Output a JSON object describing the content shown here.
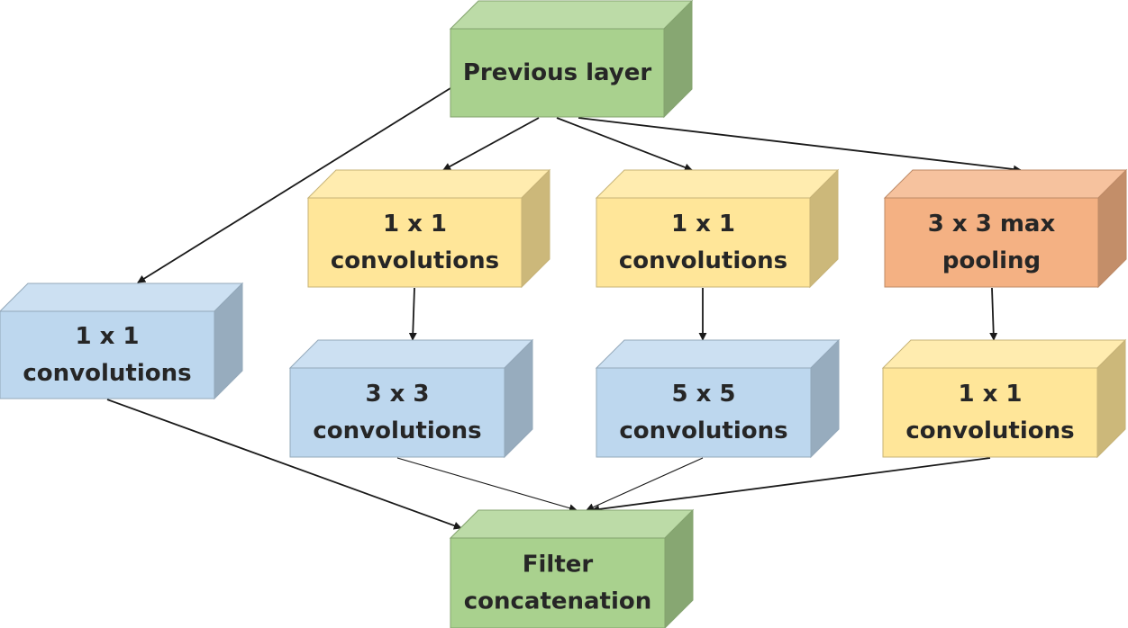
{
  "diagram": {
    "colors": {
      "green": "#a9d18e",
      "yellow": "#ffe699",
      "blue": "#bdd7ee",
      "orange": "#f4b183"
    },
    "nodes": [
      {
        "id": "previous-layer",
        "lines": [
          "Previous layer"
        ],
        "color": "green"
      },
      {
        "id": "conv1x1-a",
        "lines": [
          "1 x 1",
          "convolutions"
        ],
        "color": "yellow"
      },
      {
        "id": "conv1x1-b",
        "lines": [
          "1 x 1",
          "convolutions"
        ],
        "color": "yellow"
      },
      {
        "id": "maxpool-3x3",
        "lines": [
          "3 x 3 max",
          "pooling"
        ],
        "color": "orange"
      },
      {
        "id": "conv1x1-direct",
        "lines": [
          "1 x 1",
          "convolutions"
        ],
        "color": "blue"
      },
      {
        "id": "conv3x3",
        "lines": [
          "3 x 3",
          "convolutions"
        ],
        "color": "blue"
      },
      {
        "id": "conv5x5",
        "lines": [
          "5 x 5",
          "convolutions"
        ],
        "color": "blue"
      },
      {
        "id": "conv1x1-after-pool",
        "lines": [
          "1 x 1",
          "convolutions"
        ],
        "color": "yellow"
      },
      {
        "id": "filter-concat",
        "lines": [
          "Filter",
          "concatenation"
        ],
        "color": "green"
      }
    ],
    "edges": [
      {
        "from": "previous-layer",
        "to": "conv1x1-direct"
      },
      {
        "from": "previous-layer",
        "to": "conv1x1-a"
      },
      {
        "from": "previous-layer",
        "to": "conv1x1-b"
      },
      {
        "from": "previous-layer",
        "to": "maxpool-3x3"
      },
      {
        "from": "conv1x1-a",
        "to": "conv3x3"
      },
      {
        "from": "conv1x1-b",
        "to": "conv5x5"
      },
      {
        "from": "maxpool-3x3",
        "to": "conv1x1-after-pool"
      },
      {
        "from": "conv1x1-direct",
        "to": "filter-concat"
      },
      {
        "from": "conv3x3",
        "to": "filter-concat"
      },
      {
        "from": "conv5x5",
        "to": "filter-concat"
      },
      {
        "from": "conv1x1-after-pool",
        "to": "filter-concat"
      }
    ]
  }
}
